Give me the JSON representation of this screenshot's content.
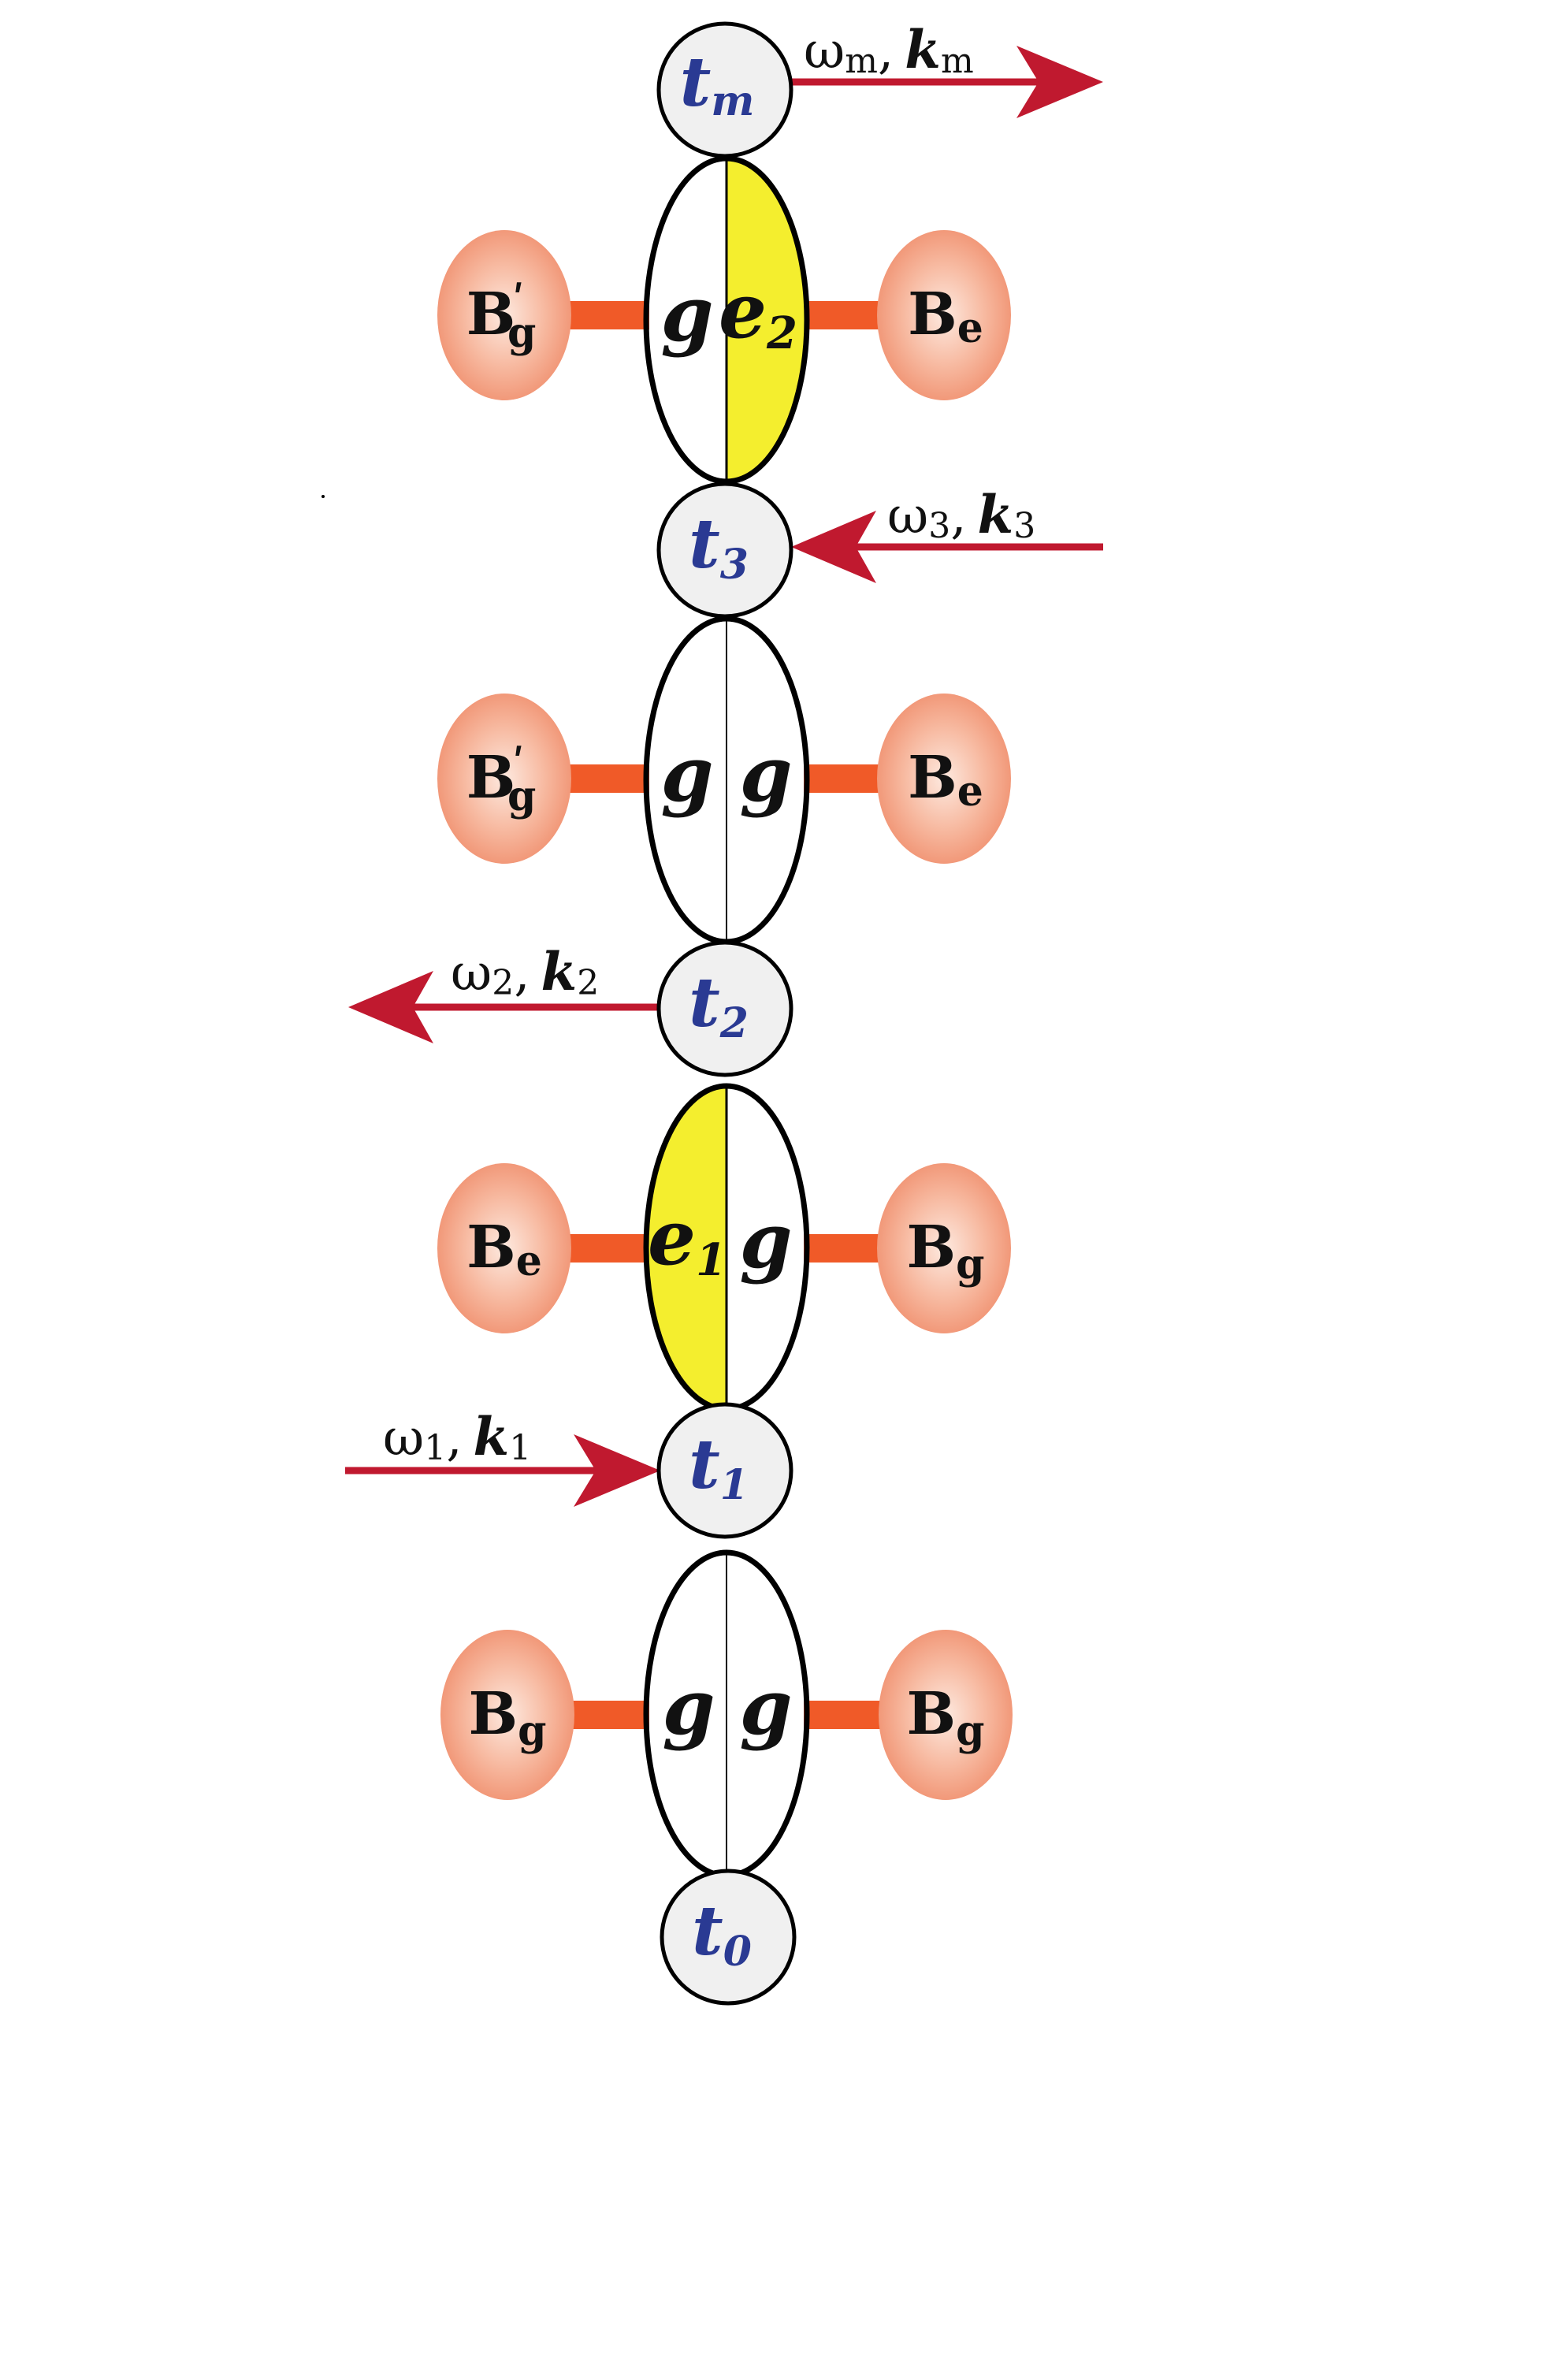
{
  "colors": {
    "time_node_fill": "#f0f0f0",
    "time_text": "#2a3a93",
    "excited_fill": "#f4ee2e",
    "bath_center": "#fde9df",
    "bath_edge": "#f29a7c",
    "bond": "#f05a28",
    "arrow": "#c0192f",
    "outline": "#000000"
  },
  "time_nodes": [
    {
      "base": "t",
      "sub": "m"
    },
    {
      "base": "t",
      "sub": "3"
    },
    {
      "base": "t",
      "sub": "2"
    },
    {
      "base": "t",
      "sub": "1"
    },
    {
      "base": "t",
      "sub": "0"
    }
  ],
  "states": [
    {
      "left": {
        "base": "g",
        "sub": "",
        "excited": false
      },
      "right": {
        "base": "e",
        "sub": "2",
        "excited": true
      },
      "bath_left": {
        "base": "B",
        "sub": "g",
        "prime": "ʹ"
      },
      "bath_right": {
        "base": "B",
        "sub": "e",
        "prime": ""
      }
    },
    {
      "left": {
        "base": "g",
        "sub": "",
        "excited": false
      },
      "right": {
        "base": "g",
        "sub": "",
        "excited": false
      },
      "bath_left": {
        "base": "B",
        "sub": "g",
        "prime": "ʹ"
      },
      "bath_right": {
        "base": "B",
        "sub": "e",
        "prime": ""
      }
    },
    {
      "left": {
        "base": "e",
        "sub": "1",
        "excited": true
      },
      "right": {
        "base": "g",
        "sub": "",
        "excited": false
      },
      "bath_left": {
        "base": "B",
        "sub": "e",
        "prime": ""
      },
      "bath_right": {
        "base": "B",
        "sub": "g",
        "prime": ""
      }
    },
    {
      "left": {
        "base": "g",
        "sub": "",
        "excited": false
      },
      "right": {
        "base": "g",
        "sub": "",
        "excited": false
      },
      "bath_left": {
        "base": "B",
        "sub": "g",
        "prime": ""
      },
      "bath_right": {
        "base": "B",
        "sub": "g",
        "prime": ""
      }
    }
  ],
  "beams": [
    {
      "omega": "ω",
      "omega_sub": "m",
      "sep": ",",
      "k": "k",
      "k_sub": "m",
      "direction": "right",
      "at_node": "t_m"
    },
    {
      "omega": "ω",
      "omega_sub": "3",
      "sep": ",",
      "k": "k",
      "k_sub": "3",
      "direction": "left",
      "at_node": "t_3"
    },
    {
      "omega": "ω",
      "omega_sub": "2",
      "sep": ",",
      "k": "k",
      "k_sub": "2",
      "direction": "left",
      "at_node": "t_2"
    },
    {
      "omega": "ω",
      "omega_sub": "1",
      "sep": ",",
      "k": "k",
      "k_sub": "1",
      "direction": "right",
      "at_node": "t_1"
    }
  ]
}
